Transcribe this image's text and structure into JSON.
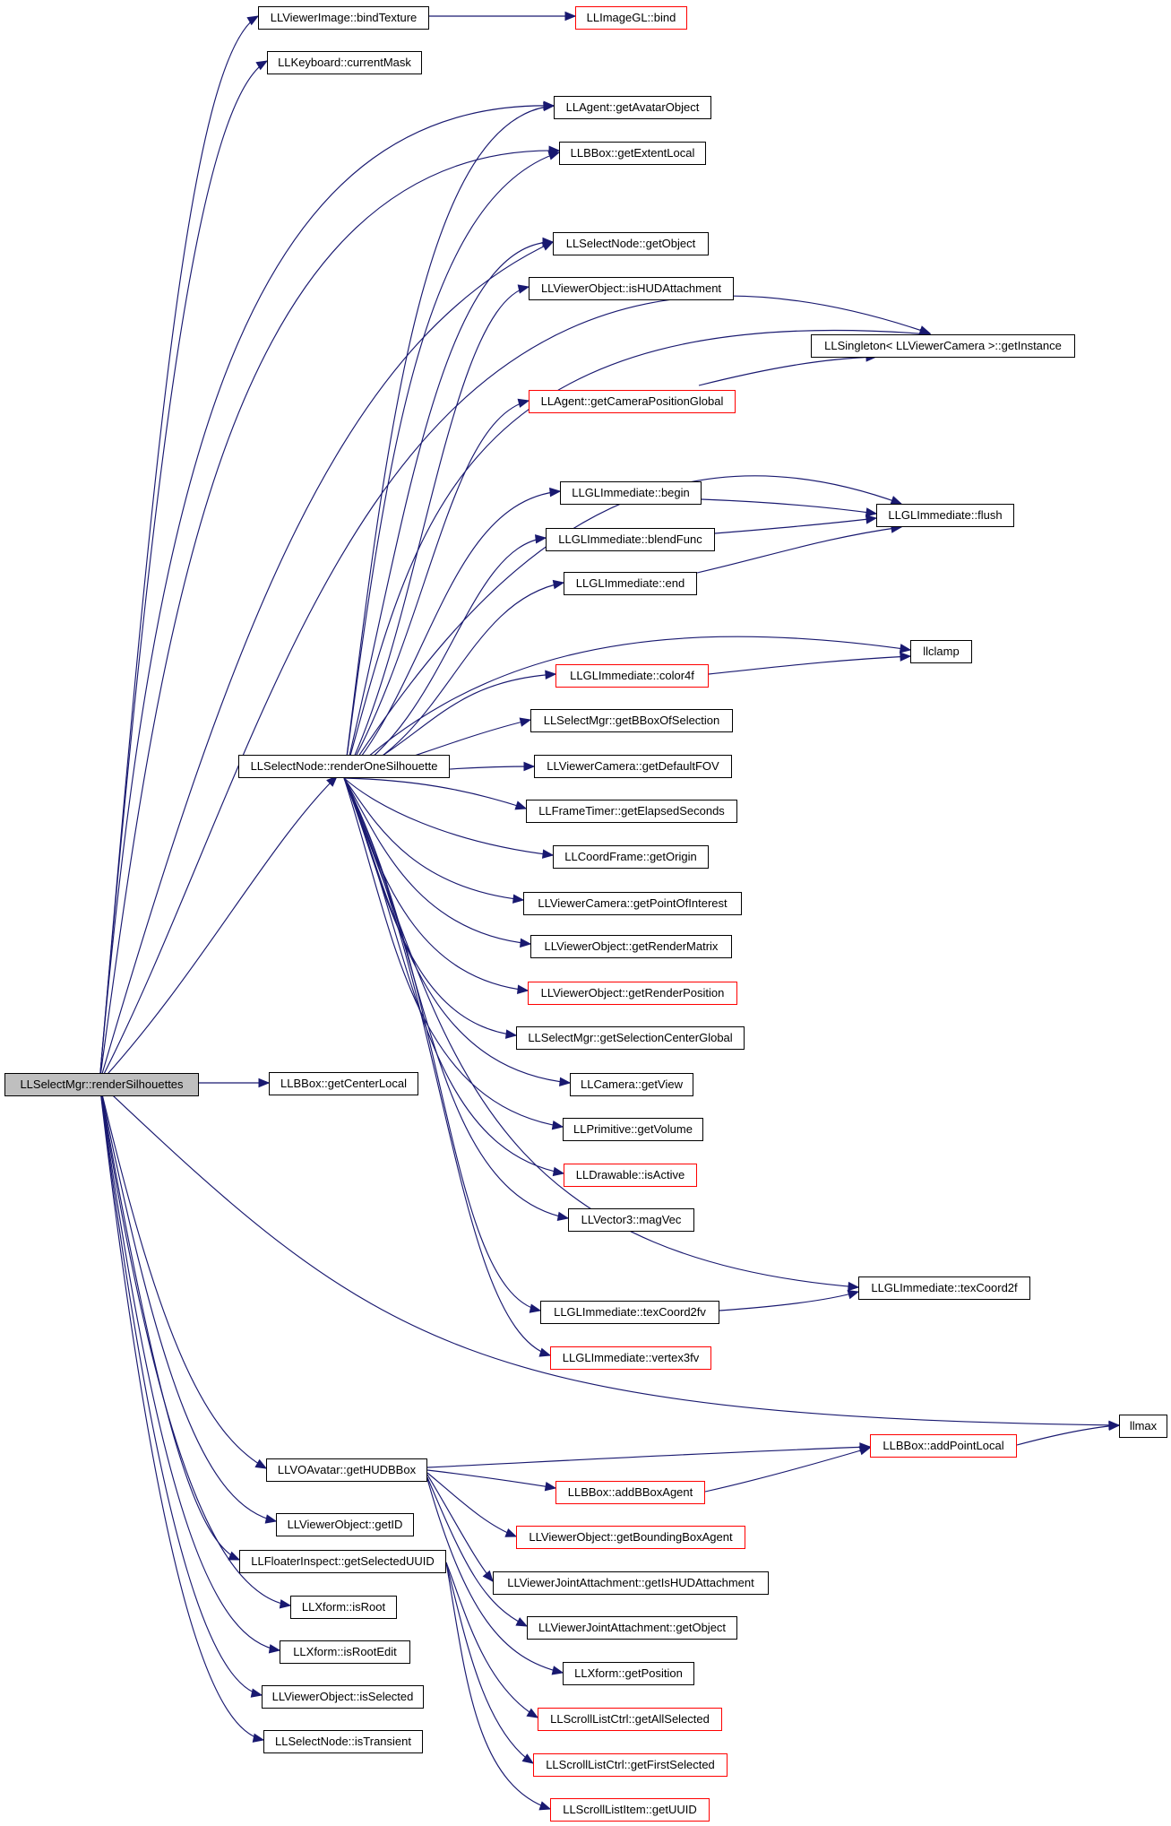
{
  "graph": {
    "root": "LLSelectMgr::renderSilhouettes",
    "nodes": [
      {
        "id": "renderSilhouettes",
        "label": "LLSelectMgr::renderSilhouettes",
        "style": "root"
      },
      {
        "id": "bindTexture",
        "label": "LLViewerImage::bindTexture",
        "style": "normal"
      },
      {
        "id": "imageGLBind",
        "label": "LLImageGL::bind",
        "style": "red"
      },
      {
        "id": "currentMask",
        "label": "LLKeyboard::currentMask",
        "style": "normal"
      },
      {
        "id": "getAvatarObject",
        "label": "LLAgent::getAvatarObject",
        "style": "normal"
      },
      {
        "id": "getExtentLocal",
        "label": "LLBBox::getExtentLocal",
        "style": "normal"
      },
      {
        "id": "getObject",
        "label": "LLSelectNode::getObject",
        "style": "normal"
      },
      {
        "id": "isHUDAttachment",
        "label": "LLViewerObject::isHUDAttachment",
        "style": "normal"
      },
      {
        "id": "singletonGetInstance",
        "label": "LLSingleton< LLViewerCamera >::getInstance",
        "style": "normal"
      },
      {
        "id": "getCameraPositionGlobal",
        "label": "LLAgent::getCameraPositionGlobal",
        "style": "red"
      },
      {
        "id": "glBegin",
        "label": "LLGLImmediate::begin",
        "style": "normal"
      },
      {
        "id": "glFlush",
        "label": "LLGLImmediate::flush",
        "style": "normal"
      },
      {
        "id": "glBlendFunc",
        "label": "LLGLImmediate::blendFunc",
        "style": "normal"
      },
      {
        "id": "glEnd",
        "label": "LLGLImmediate::end",
        "style": "normal"
      },
      {
        "id": "llclamp",
        "label": "llclamp",
        "style": "normal"
      },
      {
        "id": "glColor4f",
        "label": "LLGLImmediate::color4f",
        "style": "red"
      },
      {
        "id": "getBBoxOfSelection",
        "label": "LLSelectMgr::getBBoxOfSelection",
        "style": "normal"
      },
      {
        "id": "renderOneSilhouette",
        "label": "LLSelectNode::renderOneSilhouette",
        "style": "normal"
      },
      {
        "id": "getDefaultFOV",
        "label": "LLViewerCamera::getDefaultFOV",
        "style": "normal"
      },
      {
        "id": "getElapsedSeconds",
        "label": "LLFrameTimer::getElapsedSeconds",
        "style": "normal"
      },
      {
        "id": "getOrigin",
        "label": "LLCoordFrame::getOrigin",
        "style": "normal"
      },
      {
        "id": "getPointOfInterest",
        "label": "LLViewerCamera::getPointOfInterest",
        "style": "normal"
      },
      {
        "id": "getRenderMatrix",
        "label": "LLViewerObject::getRenderMatrix",
        "style": "normal"
      },
      {
        "id": "getRenderPosition",
        "label": "LLViewerObject::getRenderPosition",
        "style": "red"
      },
      {
        "id": "getSelectionCenterGlobal",
        "label": "LLSelectMgr::getSelectionCenterGlobal",
        "style": "normal"
      },
      {
        "id": "getCenterLocal",
        "label": "LLBBox::getCenterLocal",
        "style": "normal"
      },
      {
        "id": "getView",
        "label": "LLCamera::getView",
        "style": "normal"
      },
      {
        "id": "getVolume",
        "label": "LLPrimitive::getVolume",
        "style": "normal"
      },
      {
        "id": "isActive",
        "label": "LLDrawable::isActive",
        "style": "red"
      },
      {
        "id": "magVec",
        "label": "LLVector3::magVec",
        "style": "normal"
      },
      {
        "id": "texCoord2f",
        "label": "LLGLImmediate::texCoord2f",
        "style": "normal"
      },
      {
        "id": "texCoord2fv",
        "label": "LLGLImmediate::texCoord2fv",
        "style": "normal"
      },
      {
        "id": "vertex3fv",
        "label": "LLGLImmediate::vertex3fv",
        "style": "red"
      },
      {
        "id": "llmax",
        "label": "llmax",
        "style": "normal"
      },
      {
        "id": "getHUDBBox",
        "label": "LLVOAvatar::getHUDBBox",
        "style": "normal"
      },
      {
        "id": "addPointLocal",
        "label": "LLBBox::addPointLocal",
        "style": "red"
      },
      {
        "id": "addBBoxAgent",
        "label": "LLBBox::addBBoxAgent",
        "style": "red"
      },
      {
        "id": "getID",
        "label": "LLViewerObject::getID",
        "style": "normal"
      },
      {
        "id": "getBoundingBoxAgent",
        "label": "LLViewerObject::getBoundingBoxAgent",
        "style": "red"
      },
      {
        "id": "getSelectedUUID",
        "label": "LLFloaterInspect::getSelectedUUID",
        "style": "normal"
      },
      {
        "id": "getIsHUDAttachment",
        "label": "LLViewerJointAttachment::getIsHUDAttachment",
        "style": "normal"
      },
      {
        "id": "isRoot",
        "label": "LLXform::isRoot",
        "style": "normal"
      },
      {
        "id": "jointGetObject",
        "label": "LLViewerJointAttachment::getObject",
        "style": "normal"
      },
      {
        "id": "isRootEdit",
        "label": "LLXform::isRootEdit",
        "style": "normal"
      },
      {
        "id": "getPosition",
        "label": "LLXform::getPosition",
        "style": "normal"
      },
      {
        "id": "isSelected",
        "label": "LLViewerObject::isSelected",
        "style": "normal"
      },
      {
        "id": "getAllSelected",
        "label": "LLScrollListCtrl::getAllSelected",
        "style": "red"
      },
      {
        "id": "isTransient",
        "label": "LLSelectNode::isTransient",
        "style": "normal"
      },
      {
        "id": "getFirstSelected",
        "label": "LLScrollListCtrl::getFirstSelected",
        "style": "red"
      },
      {
        "id": "getUUID",
        "label": "LLScrollListItem::getUUID",
        "style": "red"
      }
    ],
    "edges": [
      [
        "renderSilhouettes",
        "bindTexture"
      ],
      [
        "renderSilhouettes",
        "currentMask"
      ],
      [
        "renderSilhouettes",
        "getAvatarObject"
      ],
      [
        "renderSilhouettes",
        "getExtentLocal"
      ],
      [
        "renderSilhouettes",
        "getObject"
      ],
      [
        "renderSilhouettes",
        "singletonGetInstance"
      ],
      [
        "renderSilhouettes",
        "renderOneSilhouette"
      ],
      [
        "renderSilhouettes",
        "getCenterLocal"
      ],
      [
        "renderSilhouettes",
        "llmax"
      ],
      [
        "renderSilhouettes",
        "getHUDBBox"
      ],
      [
        "renderSilhouettes",
        "getID"
      ],
      [
        "renderSilhouettes",
        "getSelectedUUID"
      ],
      [
        "renderSilhouettes",
        "isRoot"
      ],
      [
        "renderSilhouettes",
        "isRootEdit"
      ],
      [
        "renderSilhouettes",
        "isSelected"
      ],
      [
        "renderSilhouettes",
        "isTransient"
      ],
      [
        "bindTexture",
        "imageGLBind"
      ],
      [
        "renderOneSilhouette",
        "getAvatarObject"
      ],
      [
        "renderOneSilhouette",
        "getExtentLocal"
      ],
      [
        "renderOneSilhouette",
        "getObject"
      ],
      [
        "renderOneSilhouette",
        "isHUDAttachment"
      ],
      [
        "renderOneSilhouette",
        "singletonGetInstance"
      ],
      [
        "renderOneSilhouette",
        "getCameraPositionGlobal"
      ],
      [
        "renderOneSilhouette",
        "glBegin"
      ],
      [
        "renderOneSilhouette",
        "glFlush"
      ],
      [
        "renderOneSilhouette",
        "glBlendFunc"
      ],
      [
        "renderOneSilhouette",
        "glEnd"
      ],
      [
        "renderOneSilhouette",
        "llclamp"
      ],
      [
        "renderOneSilhouette",
        "glColor4f"
      ],
      [
        "renderOneSilhouette",
        "getBBoxOfSelection"
      ],
      [
        "renderOneSilhouette",
        "getDefaultFOV"
      ],
      [
        "renderOneSilhouette",
        "getElapsedSeconds"
      ],
      [
        "renderOneSilhouette",
        "getOrigin"
      ],
      [
        "renderOneSilhouette",
        "getPointOfInterest"
      ],
      [
        "renderOneSilhouette",
        "getRenderMatrix"
      ],
      [
        "renderOneSilhouette",
        "getRenderPosition"
      ],
      [
        "renderOneSilhouette",
        "getSelectionCenterGlobal"
      ],
      [
        "renderOneSilhouette",
        "getView"
      ],
      [
        "renderOneSilhouette",
        "getVolume"
      ],
      [
        "renderOneSilhouette",
        "isActive"
      ],
      [
        "renderOneSilhouette",
        "magVec"
      ],
      [
        "renderOneSilhouette",
        "texCoord2f"
      ],
      [
        "renderOneSilhouette",
        "texCoord2fv"
      ],
      [
        "renderOneSilhouette",
        "vertex3fv"
      ],
      [
        "getCameraPositionGlobal",
        "singletonGetInstance"
      ],
      [
        "glBegin",
        "glFlush"
      ],
      [
        "glBlendFunc",
        "glFlush"
      ],
      [
        "glEnd",
        "glFlush"
      ],
      [
        "glColor4f",
        "llclamp"
      ],
      [
        "texCoord2fv",
        "texCoord2f"
      ],
      [
        "getHUDBBox",
        "addPointLocal"
      ],
      [
        "getHUDBBox",
        "addBBoxAgent"
      ],
      [
        "getHUDBBox",
        "getBoundingBoxAgent"
      ],
      [
        "getHUDBBox",
        "getIsHUDAttachment"
      ],
      [
        "getHUDBBox",
        "jointGetObject"
      ],
      [
        "getHUDBBox",
        "getPosition"
      ],
      [
        "addBBoxAgent",
        "addPointLocal"
      ],
      [
        "addPointLocal",
        "llmax"
      ],
      [
        "getSelectedUUID",
        "getAllSelected"
      ],
      [
        "getSelectedUUID",
        "getFirstSelected"
      ],
      [
        "getSelectedUUID",
        "getUUID"
      ]
    ]
  }
}
